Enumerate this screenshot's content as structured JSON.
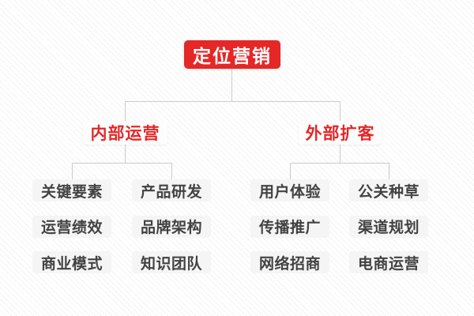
{
  "colors": {
    "accent_red": "#e52727",
    "root_text": "#ffffff",
    "branch_bg": "#fdfdfd",
    "leaf_bg": "#f5f5f5",
    "leaf_text": "#424242",
    "connector": "#cbcbcb",
    "background_stripe": "#f3f3f3"
  },
  "chart": {
    "root": {
      "label": "定位营销"
    },
    "branches": [
      {
        "label": "内部运营",
        "children": [
          "关键要素",
          "产品研发",
          "运营绩效",
          "品牌架构",
          "商业模式",
          "知识团队"
        ]
      },
      {
        "label": "外部扩客",
        "children": [
          "用户体验",
          "公关种草",
          "传播推广",
          "渠道规划",
          "网络招商",
          "电商运营"
        ]
      }
    ]
  }
}
